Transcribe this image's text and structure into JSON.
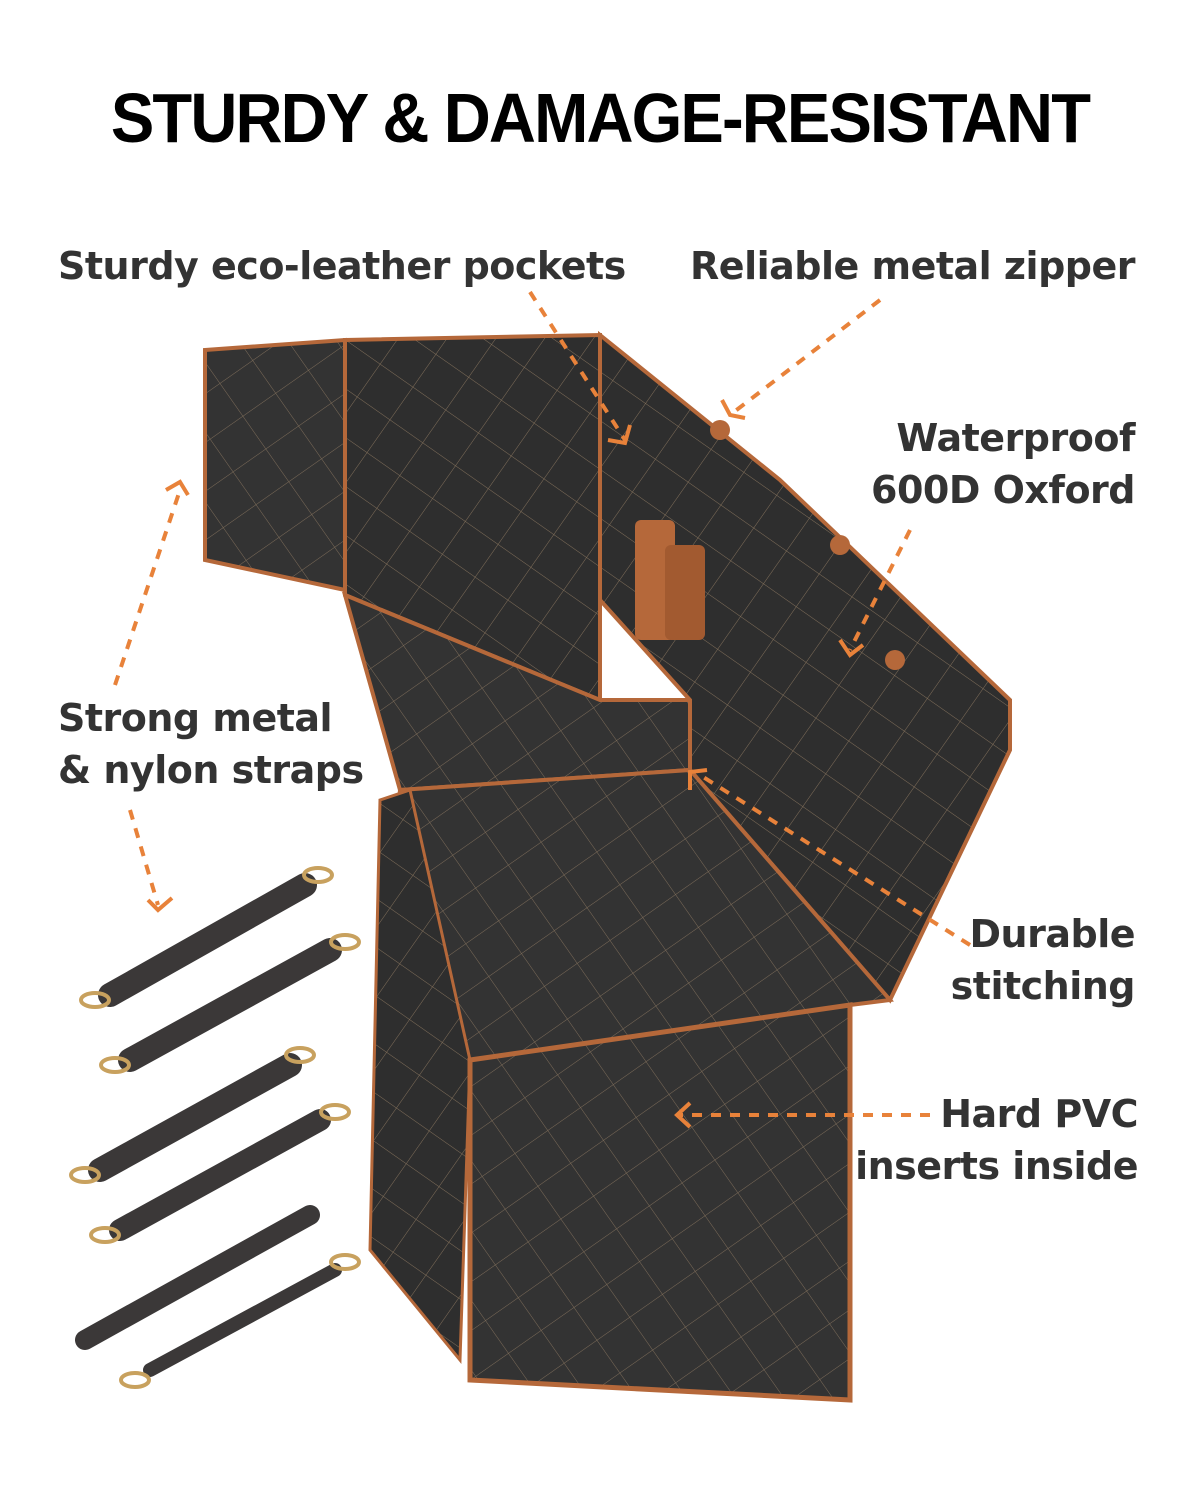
{
  "title": "STURDY & DAMAGE-RESISTANT",
  "callouts": {
    "pockets": "Sturdy eco-leather pockets",
    "zipper": "Reliable metal zipper",
    "waterproof_line1": "Waterproof",
    "waterproof_line2": "600D Oxford",
    "straps_line1": "Strong metal",
    "straps_line2": "& nylon straps",
    "stitching_line1": "Durable",
    "stitching_line2": "stitching",
    "pvc_line1": "Hard PVC",
    "pvc_line2": "inserts inside"
  },
  "colors": {
    "accent": "#E8823A",
    "fabric": "#2e2e2e",
    "trim": "#b5683a",
    "text": "#333333"
  },
  "image": {
    "subject": "quilted black dog car seat cover with leather trim",
    "strap_count": 6
  }
}
